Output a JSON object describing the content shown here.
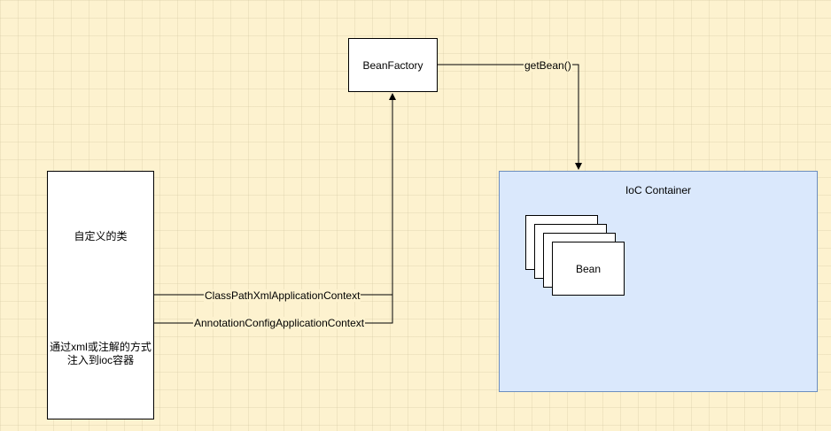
{
  "nodes": {
    "bean_factory": "BeanFactory",
    "custom_class_title": "自定义的类",
    "custom_class_desc_line1": "通过xml或注解的方式",
    "custom_class_desc_line2": "注入到ioc容器",
    "ioc_container": "IoC Container",
    "bean": "Bean"
  },
  "edges": {
    "get_bean": "getBean()",
    "classpath_context": "ClassPathXmlApplicationContext",
    "annotation_context": "AnnotationConfigApplicationContext"
  },
  "colors": {
    "background": "#fdf2cf",
    "container_fill": "#dae8fc",
    "container_border": "#6c8ebf"
  }
}
